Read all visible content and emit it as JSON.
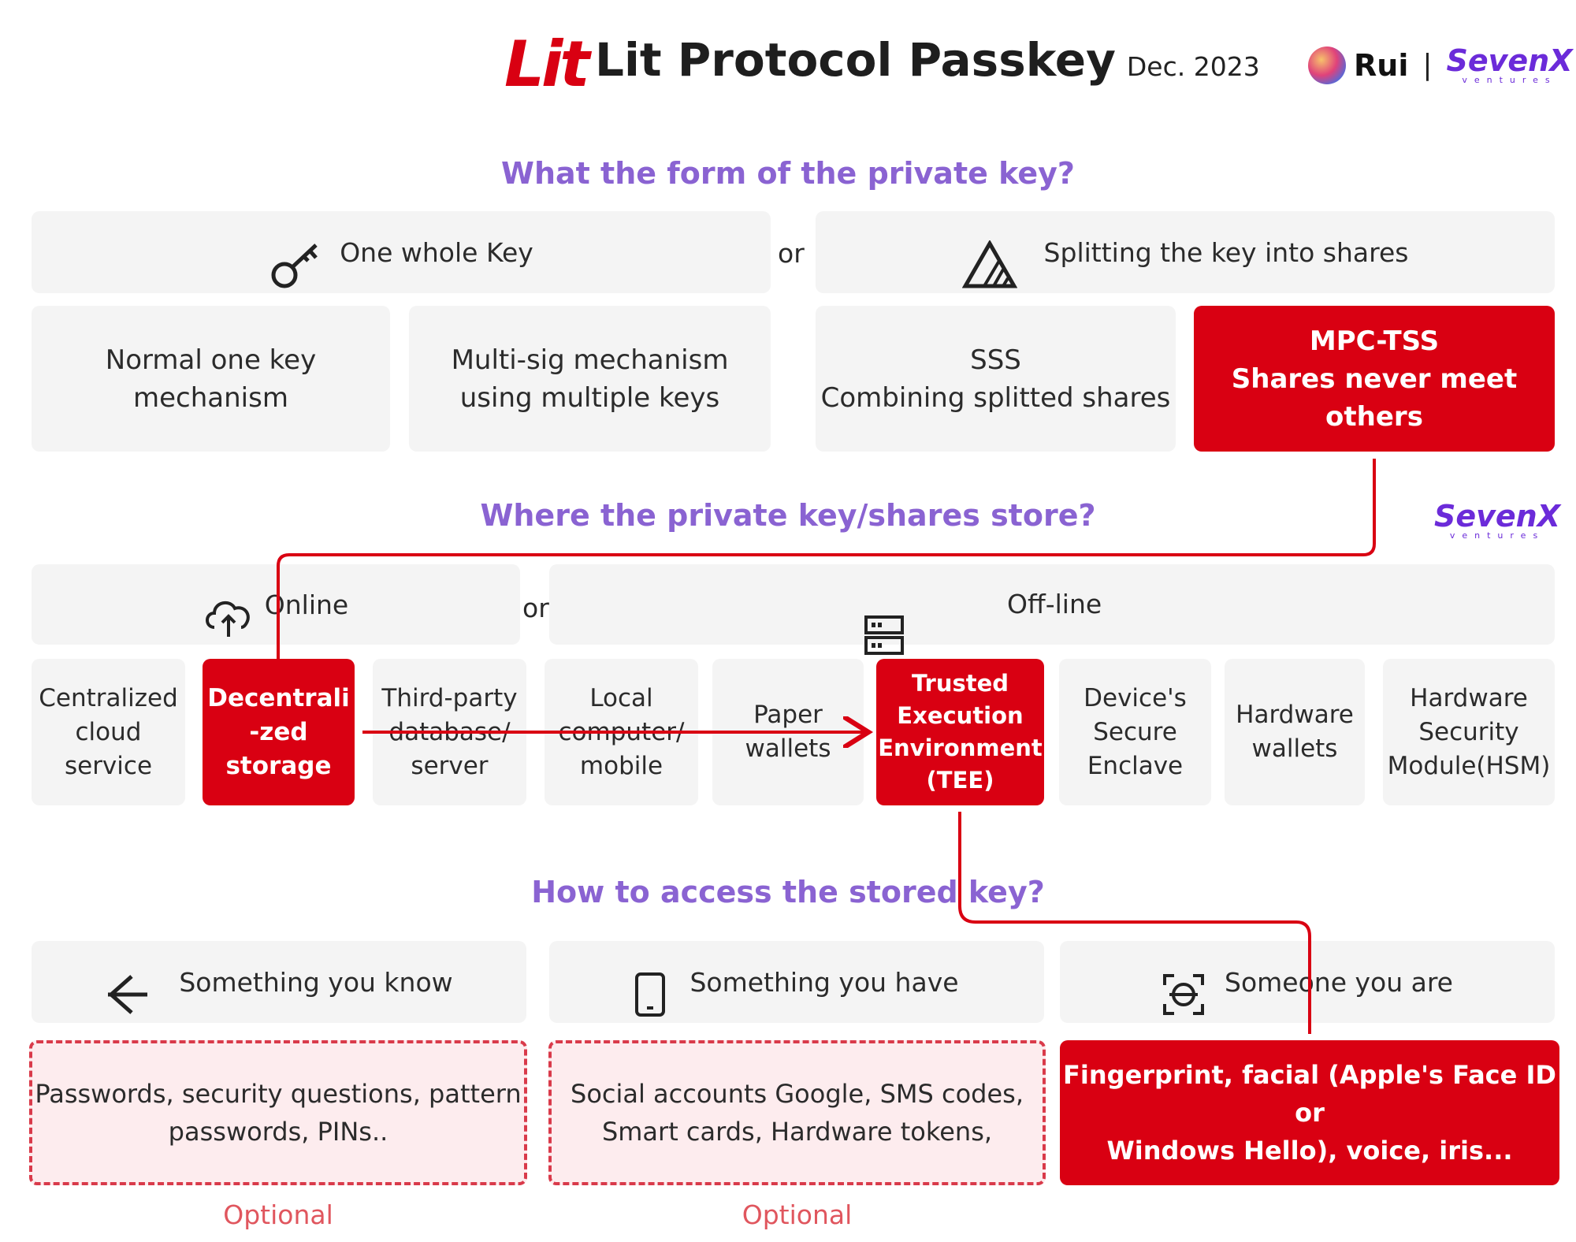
{
  "header": {
    "logo_text": "Lit",
    "title": "Lit Protocol Passkey",
    "date": "Dec. 2023",
    "author": "Rui",
    "separator": "|",
    "brand": "SevenX",
    "brand_sub": "ventures"
  },
  "watermark": {
    "brand": "SevenX",
    "brand_sub": "ventures"
  },
  "section1": {
    "question": "What the form of the private key?",
    "options": [
      {
        "label": "One whole Key",
        "icon": "key-icon"
      },
      {
        "label": "Splitting the key into shares",
        "icon": "shares-triangle-icon"
      }
    ],
    "or": "or",
    "cards": [
      {
        "text": "Normal one key\nmechanism",
        "highlight": false
      },
      {
        "text": "Multi-sig mechanism\nusing multiple keys",
        "highlight": false
      },
      {
        "text": "SSS\nCombining splitted shares",
        "highlight": false
      },
      {
        "text": "MPC-TSS\nShares never meet others",
        "highlight": true
      }
    ]
  },
  "section2": {
    "question": "Where the private key/shares store?",
    "options": [
      {
        "label": "Online",
        "icon": "cloud-upload-icon"
      },
      {
        "label": "Off-line",
        "icon": "server-icon"
      }
    ],
    "or": "or",
    "cards": [
      {
        "text": "Centralized\ncloud\nservice",
        "highlight": false
      },
      {
        "text": "Decentrali\n-zed\nstorage",
        "highlight": true
      },
      {
        "text": "Third-party\ndatabase/\nserver",
        "highlight": false
      },
      {
        "text": "Local\ncomputer/\nmobile",
        "highlight": false
      },
      {
        "text": "Paper\nwallets",
        "highlight": false
      },
      {
        "text": "Trusted\nExecution\nEnvironment\n(TEE)",
        "highlight": true
      },
      {
        "text": "Device's\nSecure\nEnclave",
        "highlight": false
      },
      {
        "text": "Hardware\nwallets",
        "highlight": false
      },
      {
        "text": "Hardware\nSecurity\nModule(HSM)",
        "highlight": false
      }
    ]
  },
  "section3": {
    "question": "How to access the stored key?",
    "options": [
      {
        "label": "Something you know",
        "icon": "arrow-left-icon"
      },
      {
        "label": "Something you have",
        "icon": "phone-icon"
      },
      {
        "label": "Someone you are",
        "icon": "face-scan-icon"
      }
    ],
    "cards": [
      {
        "text": "Passwords, security questions, pattern\npasswords, PINs..",
        "style": "dashed"
      },
      {
        "text": "Social accounts Google, SMS codes,\nSmart cards, Hardware tokens,",
        "style": "dashed"
      },
      {
        "text": "Fingerprint, facial (Apple's Face ID or\nWindows Hello), voice, iris...",
        "style": "highlight"
      }
    ],
    "optional_labels": [
      "Optional",
      "Optional"
    ]
  },
  "colors": {
    "accent_red": "#d90012",
    "question_purple": "#8a63d2",
    "box_gray": "#f4f4f4",
    "brand_purple": "#6b2bd9"
  }
}
